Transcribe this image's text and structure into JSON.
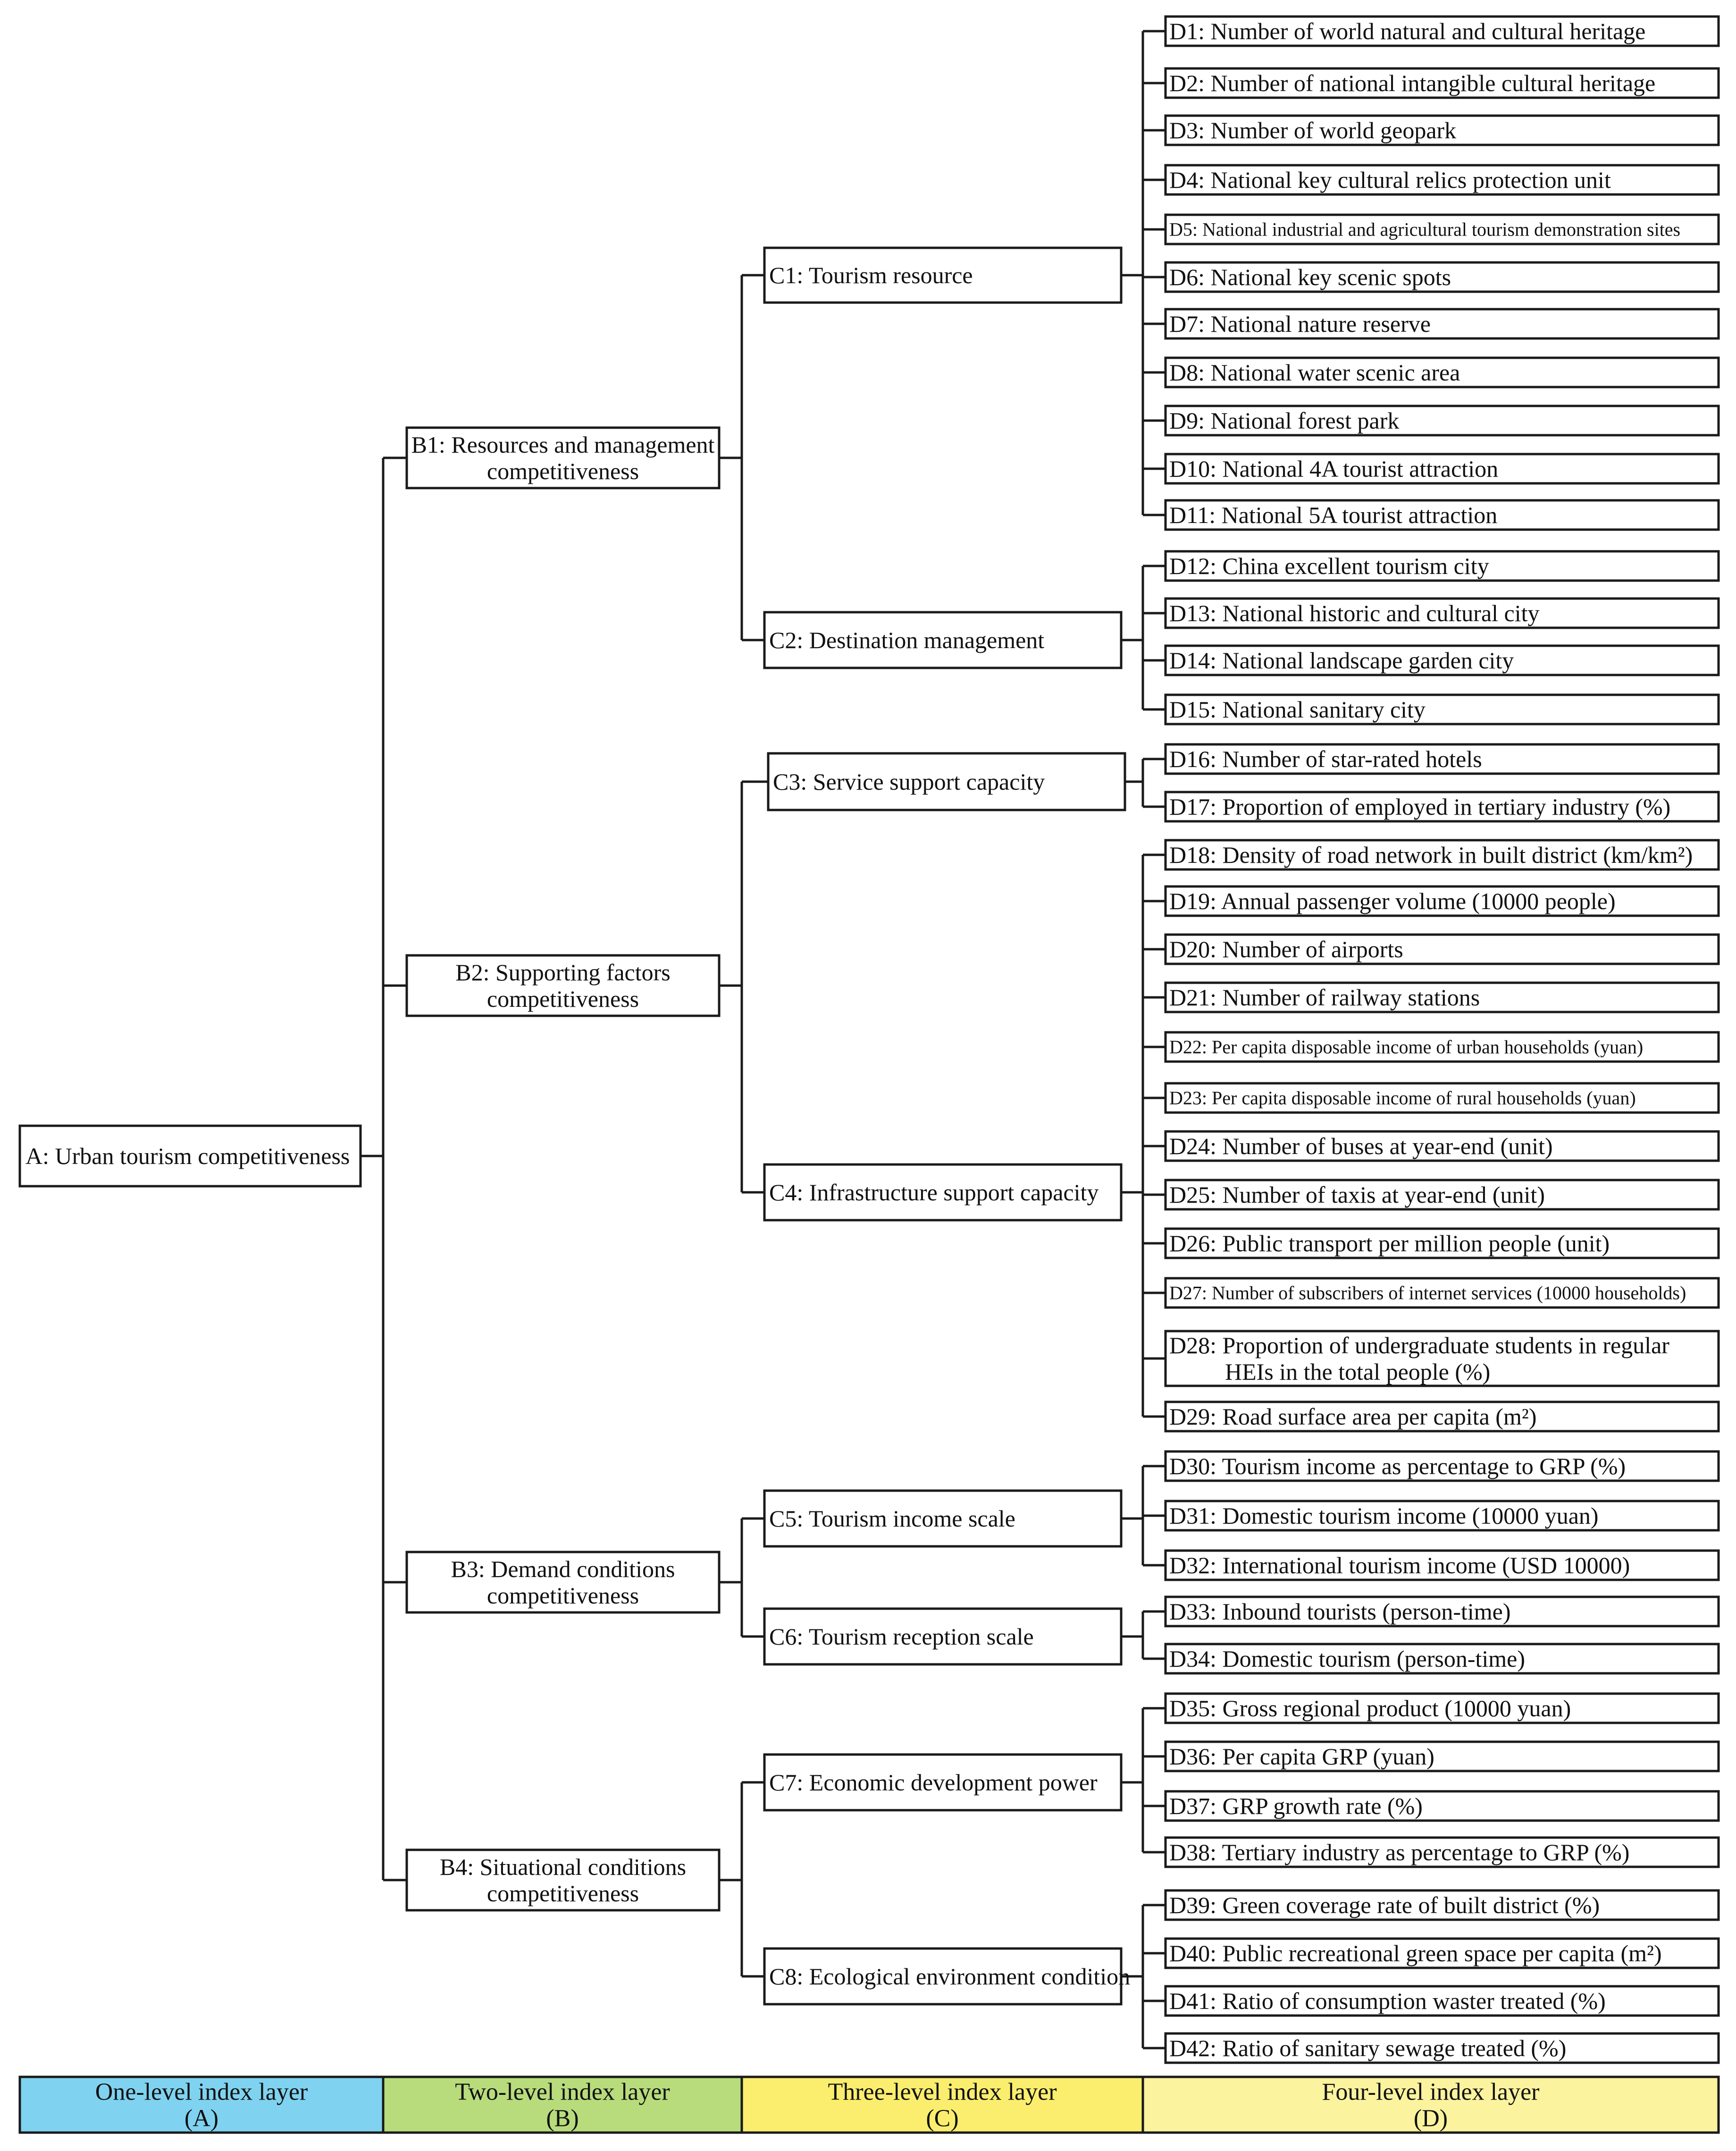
{
  "root": {
    "id": "A",
    "label": "A: Urban tourism competitiveness"
  },
  "level_b": [
    {
      "id": "B1",
      "lines": [
        "B1: Resources and management",
        "competitiveness"
      ]
    },
    {
      "id": "B2",
      "lines": [
        "B2: Supporting factors",
        "competitiveness"
      ]
    },
    {
      "id": "B3",
      "lines": [
        "B3: Demand conditions",
        "competitiveness"
      ]
    },
    {
      "id": "B4",
      "lines": [
        "B4: Situational conditions",
        "competitiveness"
      ]
    }
  ],
  "level_c": [
    {
      "id": "C1",
      "parent": "B1",
      "label": "C1: Tourism resource"
    },
    {
      "id": "C2",
      "parent": "B1",
      "label": "C2: Destination management"
    },
    {
      "id": "C3",
      "parent": "B2",
      "label": "C3: Service support capacity"
    },
    {
      "id": "C4",
      "parent": "B2",
      "label": "C4: Infrastructure support capacity"
    },
    {
      "id": "C5",
      "parent": "B3",
      "label": "C5: Tourism income scale"
    },
    {
      "id": "C6",
      "parent": "B3",
      "label": "C6: Tourism reception scale"
    },
    {
      "id": "C7",
      "parent": "B4",
      "label": "C7: Economic development power"
    },
    {
      "id": "C8",
      "parent": "B4",
      "label": "C8: Ecological environment condition"
    }
  ],
  "level_d": [
    {
      "id": "D1",
      "parent": "C1",
      "lines": [
        "D1: Number of world natural and cultural heritage"
      ]
    },
    {
      "id": "D2",
      "parent": "C1",
      "lines": [
        "D2: Number of national intangible cultural heritage"
      ]
    },
    {
      "id": "D3",
      "parent": "C1",
      "lines": [
        "D3: Number of world geopark"
      ]
    },
    {
      "id": "D4",
      "parent": "C1",
      "lines": [
        "D4: National key cultural relics protection unit"
      ]
    },
    {
      "id": "D5",
      "parent": "C1",
      "lines": [
        "D5: National industrial and agricultural tourism demonstration sites"
      ]
    },
    {
      "id": "D6",
      "parent": "C1",
      "lines": [
        "D6: National key scenic spots"
      ]
    },
    {
      "id": "D7",
      "parent": "C1",
      "lines": [
        "D7: National nature reserve"
      ]
    },
    {
      "id": "D8",
      "parent": "C1",
      "lines": [
        "D8: National water scenic area"
      ]
    },
    {
      "id": "D9",
      "parent": "C1",
      "lines": [
        "D9: National forest park"
      ]
    },
    {
      "id": "D10",
      "parent": "C1",
      "lines": [
        "D10: National 4A tourist attraction"
      ]
    },
    {
      "id": "D11",
      "parent": "C1",
      "lines": [
        "D11: National 5A tourist attraction"
      ]
    },
    {
      "id": "D12",
      "parent": "C2",
      "lines": [
        "D12: China excellent tourism city"
      ]
    },
    {
      "id": "D13",
      "parent": "C2",
      "lines": [
        "D13: National historic and cultural city"
      ]
    },
    {
      "id": "D14",
      "parent": "C2",
      "lines": [
        "D14: National landscape garden city"
      ]
    },
    {
      "id": "D15",
      "parent": "C2",
      "lines": [
        "D15: National sanitary city"
      ]
    },
    {
      "id": "D16",
      "parent": "C3",
      "lines": [
        "D16: Number of star-rated hotels"
      ]
    },
    {
      "id": "D17",
      "parent": "C3",
      "lines": [
        "D17: Proportion of employed in tertiary industry (%)"
      ]
    },
    {
      "id": "D18",
      "parent": "C4",
      "lines": [
        "D18: Density of road network in built district (km/km²)"
      ]
    },
    {
      "id": "D19",
      "parent": "C4",
      "lines": [
        "D19: Annual passenger volume (10000 people)"
      ]
    },
    {
      "id": "D20",
      "parent": "C4",
      "lines": [
        "D20: Number of airports"
      ]
    },
    {
      "id": "D21",
      "parent": "C4",
      "lines": [
        "D21: Number of railway stations"
      ]
    },
    {
      "id": "D22",
      "parent": "C4",
      "lines": [
        "D22: Per capita disposable income of urban households (yuan)"
      ]
    },
    {
      "id": "D23",
      "parent": "C4",
      "lines": [
        "D23: Per capita disposable income of rural households (yuan)"
      ]
    },
    {
      "id": "D24",
      "parent": "C4",
      "lines": [
        "D24: Number of buses at year-end (unit)"
      ]
    },
    {
      "id": "D25",
      "parent": "C4",
      "lines": [
        "D25: Number of taxis at year-end (unit)"
      ]
    },
    {
      "id": "D26",
      "parent": "C4",
      "lines": [
        "D26: Public transport per million people (unit)"
      ]
    },
    {
      "id": "D27",
      "parent": "C4",
      "lines": [
        "D27: Number of subscribers of internet services (10000 households)"
      ]
    },
    {
      "id": "D28",
      "parent": "C4",
      "lines": [
        "D28: Proportion of undergraduate students in regular",
        "HEIs in the total people (%)"
      ]
    },
    {
      "id": "D29",
      "parent": "C4",
      "lines": [
        "D29:  Road surface area per capita (m²)"
      ]
    },
    {
      "id": "D30",
      "parent": "C5",
      "lines": [
        "D30: Tourism income as percentage to GRP (%)"
      ]
    },
    {
      "id": "D31",
      "parent": "C5",
      "lines": [
        "D31: Domestic tourism income (10000 yuan)"
      ]
    },
    {
      "id": "D32",
      "parent": "C5",
      "lines": [
        "D32: International tourism income (USD 10000)"
      ]
    },
    {
      "id": "D33",
      "parent": "C6",
      "lines": [
        "D33: Inbound tourists (person-time)"
      ]
    },
    {
      "id": "D34",
      "parent": "C6",
      "lines": [
        "D34: Domestic tourism (person-time)"
      ]
    },
    {
      "id": "D35",
      "parent": "C7",
      "lines": [
        "D35: Gross regional product (10000 yuan)"
      ]
    },
    {
      "id": "D36",
      "parent": "C7",
      "lines": [
        "D36: Per capita GRP (yuan)"
      ]
    },
    {
      "id": "D37",
      "parent": "C7",
      "lines": [
        "D37: GRP growth rate (%)"
      ]
    },
    {
      "id": "D38",
      "parent": "C7",
      "lines": [
        "D38: Tertiary industry as percentage to GRP (%)"
      ]
    },
    {
      "id": "D39",
      "parent": "C8",
      "lines": [
        "D39: Green coverage rate of built district (%)"
      ]
    },
    {
      "id": "D40",
      "parent": "C8",
      "lines": [
        "D40: Public recreational green space per capita (m²)"
      ]
    },
    {
      "id": "D41",
      "parent": "C8",
      "lines": [
        "D41: Ratio of consumption waster treated (%)"
      ]
    },
    {
      "id": "D42",
      "parent": "C8",
      "lines": [
        "D42: Ratio of sanitary sewage treated (%)"
      ]
    }
  ],
  "legend": [
    {
      "lines": [
        "One-level index layer",
        "(A)"
      ],
      "color": "#7fd3f0"
    },
    {
      "lines": [
        "Two-level index layer",
        "(B)"
      ],
      "color": "#b8dc7c"
    },
    {
      "lines": [
        "Three-level index layer",
        "(C)"
      ],
      "color": "#fbee6e"
    },
    {
      "lines": [
        "Four-level index layer",
        "(D)"
      ],
      "color": "#fbf39e"
    }
  ]
}
